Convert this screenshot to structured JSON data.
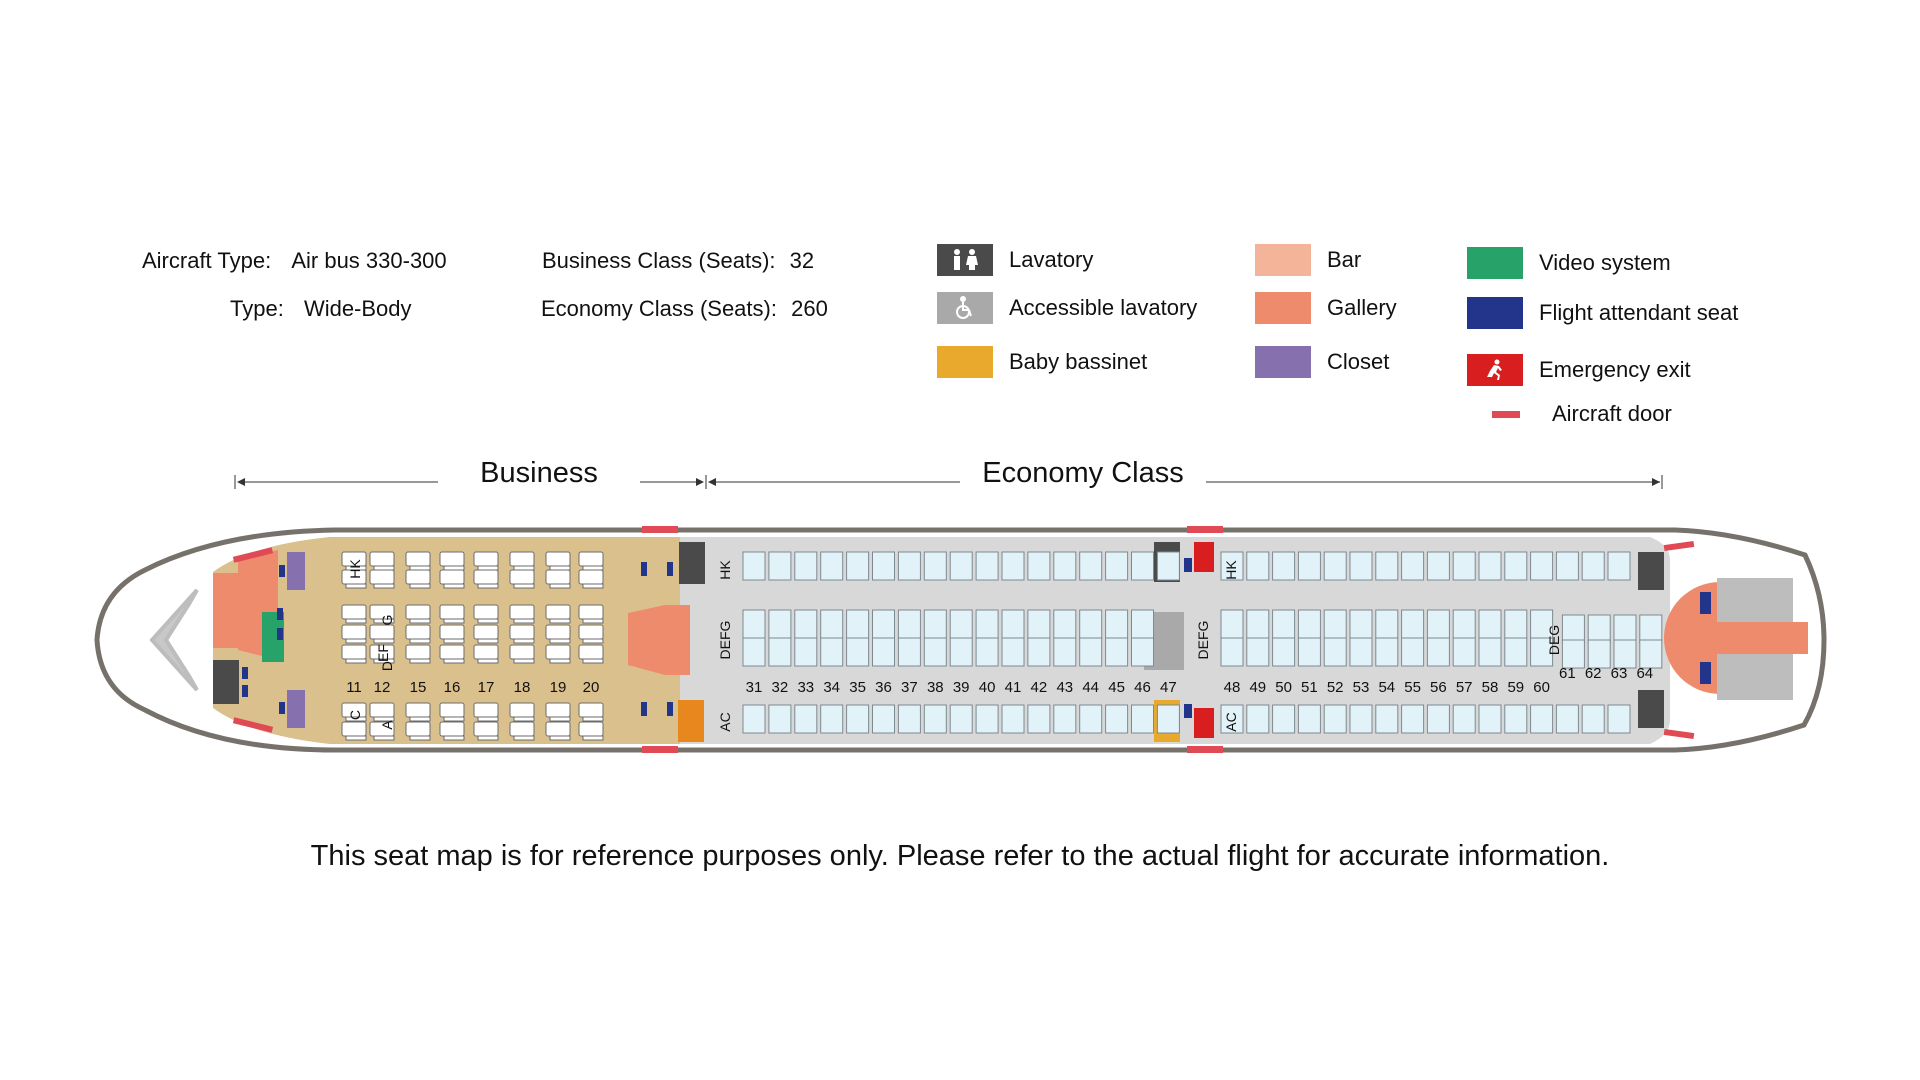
{
  "info": {
    "aircraft_type_label": "Aircraft Type:",
    "aircraft_type_value": "Air bus 330-300",
    "type_label": "Type:",
    "type_value": "Wide-Body",
    "business_label": "Business Class (Seats):",
    "business_value": "32",
    "economy_label": "Economy Class (Seats):",
    "economy_value": "260"
  },
  "legend": [
    {
      "label": "Lavatory",
      "color": "#4a4a4a",
      "icon": "lavatory-icon"
    },
    {
      "label": "Accessible lavatory",
      "color": "#a9a9a9",
      "icon": "wheelchair-icon"
    },
    {
      "label": "Baby bassinet",
      "color": "#e8a92c",
      "icon": ""
    },
    {
      "label": "Bar",
      "color": "#f4b49a",
      "icon": ""
    },
    {
      "label": "Gallery",
      "color": "#ee8b6c",
      "icon": ""
    },
    {
      "label": "Closet",
      "color": "#8670ad",
      "icon": ""
    },
    {
      "label": "Video system",
      "color": "#27a36a",
      "icon": ""
    },
    {
      "label": "Flight attendant seat",
      "color": "#22358a",
      "icon": ""
    },
    {
      "label": "Emergency exit",
      "color": "#d81e1e",
      "icon": "emergency-exit-icon"
    },
    {
      "label": "Aircraft door",
      "color": "#e04a55",
      "icon": "door"
    }
  ],
  "sections": {
    "business": "Business",
    "economy": "Economy Class"
  },
  "seat_map": {
    "business_rows": [
      "11",
      "12",
      "15",
      "16",
      "17",
      "18",
      "19",
      "20"
    ],
    "economy_rows_front": [
      "31",
      "32",
      "33",
      "34",
      "35",
      "36",
      "37",
      "38",
      "39",
      "40",
      "41",
      "42",
      "43",
      "44",
      "45",
      "46",
      "47"
    ],
    "economy_rows_rear": [
      "48",
      "49",
      "50",
      "51",
      "52",
      "53",
      "54",
      "55",
      "56",
      "57",
      "58",
      "59",
      "60",
      "61",
      "62",
      "63",
      "64"
    ],
    "business_letters_top": [
      "H",
      "K"
    ],
    "business_letters_mid": [
      "E",
      "F",
      "D",
      "G"
    ],
    "business_letters_bottom": [
      "C",
      "A"
    ],
    "economy_letters_top": "HK",
    "economy_letters_mid": "DEFG",
    "economy_letters_bottom": "AC",
    "economy_letters_tail_mid": "DEG"
  },
  "colors": {
    "fuselage": "#77716b",
    "business_floor": "#d9c08d",
    "economy_floor": "#d8d8d8",
    "economy_seat": "#e2f2f9",
    "seat_border": "#5a5a5a"
  },
  "disclaimer": "This seat map is for reference purposes only. Please refer to the actual flight for accurate information."
}
